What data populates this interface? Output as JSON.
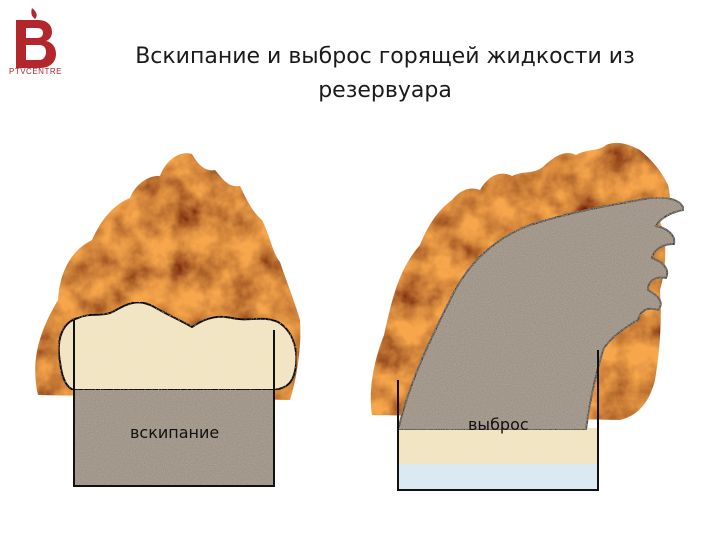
{
  "logo": {
    "caption": "PTVCENTRE",
    "color": "#b3262b"
  },
  "title": "Вскипание и выброс горящей жидкости из резервуара",
  "panels": [
    {
      "label": "вскипание"
    },
    {
      "label": "выброс"
    }
  ],
  "colors": {
    "fire_outer": "#e0611a",
    "fire_inner": "#8a1e08",
    "foam": "#f1e5c4",
    "liquid": "#9a8e80",
    "water": "#dbe9f2",
    "outline": "#111111"
  }
}
